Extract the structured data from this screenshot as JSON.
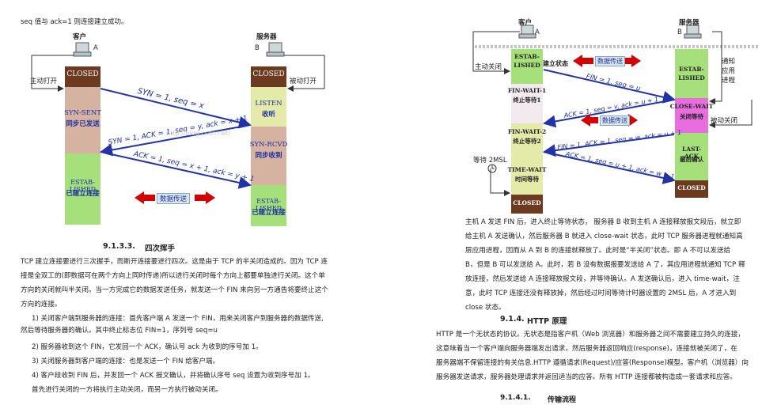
{
  "left": {
    "top_note": "seq 值与 ack=1 则连接建立成功。",
    "client_label": "客户",
    "server_label": "服务器",
    "host_a": "A",
    "host_b": "B",
    "active_open": "主动打开",
    "passive_open": "被动打开",
    "closed_a": "CLOSED",
    "closed_b": "CLOSED",
    "syn_sent": "SYN-SENT",
    "syn_sent_cn": "同步已发送",
    "listen": "LISTEN",
    "listen_cn": "收听",
    "syn_rcvd": "SYN-RCVD",
    "syn_rcvd_cn": "同步收到",
    "estab_a": "ESTAB-LISHED",
    "estab_a_cn": "已建立连接",
    "estab_b": "ESTAB-LISHED",
    "estab_b_cn": "已建立连接",
    "msg1": "SYN = 1, seq = x",
    "msg2": "SYN = 1, ACK = 1, seq = y, ack = x + 1",
    "msg3": "ACK = 1, seq = x + 1, ack = y + 1",
    "data_transfer": "数据传送",
    "watermark": "http://blog.csdn.net/",
    "section_num": "9.1.3.3.",
    "section_title": "四次挥手",
    "p1": "TCP 建立连接要进行三次握手，而断开连接要进行四次。这是由于 TCP 的半关闭造成的。因为 TCP 连",
    "p2": "接是全双工的(即数据可在两个方向上同时传递)所以进行关闭时每个方向上都要单独进行关闭。这个单",
    "p3": "方向的关闭就叫半关闭。当一方完成它的数据发送任务，就发送一个 FIN 来向另一方通告将要终止这个",
    "p4": "方向的连接。",
    "l1a": "1)   关闭客户端到服务器的连接：首先客户端 A 发送一个 FIN，用来关闭客户到服务器的数据传送,",
    "l1b": "然后等待服务器的确认。其中终止标志位 FIN=1，序列号 seq=u",
    "l2": "2)   服务器收到这个 FIN，它发回一个 ACK，确认号 ack 为收到的序号加 1。",
    "l3": "3)   关闭服务器到客户端的连接：也是发送一个 FIN 给客户端。",
    "l4": "4)   客户段收到 FIN 后，并发回一个 ACK 报文确认，并将确认序号 seq 设置为收到序号加 1。",
    "l5": "首先进行关闭的一方将执行主动关闭，而另一方执行被动关闭。"
  },
  "right": {
    "client_label": "客户",
    "server_label": "服务器",
    "host_a": "A",
    "host_b": "B",
    "active_close": "主动关闭",
    "passive_close": "被动关闭",
    "notify_app": "通知\n应用\n进程",
    "estab_a": "ESTAB-\nLISHED",
    "estab_a_side": "建立状态",
    "estab_b": "ESTAB-\nLISHED",
    "fin_wait1": "FIN-WAIT-1",
    "fin_wait1_cn": "终止等待1",
    "fin_wait2": "FIN-WAIT-2",
    "fin_wait2_cn": "终止等待2",
    "time_wait": "TIME-WAIT",
    "time_wait_cn": "时间等待",
    "closed_a": "CLOSED",
    "close_wait": "CLOSE-WAIT",
    "close_wait_cn": "关闭等待",
    "last_ack": "LAST-ACK",
    "last_ack_cn": "最后确认",
    "closed_b": "CLOSED",
    "wait_2msl": "等待 2MSL",
    "data_transfer": "数据传送",
    "data_transfer2": "数据传送",
    "msg1": "FIN = 1, seq = u",
    "msg2": "ACK = 1, seq = v, ack = u + 1",
    "msg3": "FIN = 1, ACK = 1, seq = w, ack = u + 1",
    "msg4": "ACK = 1, seq = u + 1, ack = w + 1",
    "p1": "主机 A 发送 FIN 后，进入终止等待状态， 服务器 B 收到主机 A 连接释放报文段后，就立即",
    "p2": "给主机 A 发送确认，然后服务器 B 就进入 close-wait 状态，此时 TCP 服务器进程就通知高",
    "p3": "层应用进程，因而从 A 到 B 的连接就释放了。此时是“半关闭”状态。即 A 不可以发送给",
    "p4": "B，但是 B 可以发送给 A。此时，若 B 没有数据报要发送给 A 了，其应用进程就通知 TCP 释",
    "p5": "放连接，然后发送给 A 连接释放报文段，并等待确认。A 发送确认后，进入 time-wait，注",
    "p6": "意，此时 TCP 连接还没有释放掉，然后经过时间等待计时器设置的 2MSL 后，A 才进入到",
    "p7": "close 状态。",
    "section_num": "9.1.4.",
    "section_title": "HTTP 原理",
    "h1": "HTTP 是一个无状态的协议。无状态是指客户机（Web 浏览器）和服务器之间不需要建立持久的连接，",
    "h2": "这意味着当一个客户端向服务器端发出请求，然后服务器返回响应(response)，连接就被关闭了，在",
    "h3": "服务器端不保留连接的有关信息.HTTP 遵循请求(Request)/应答(Response)模型。客户机（浏览器）向",
    "h4": "服务器发送请求，服务器处理请求并返回适当的应答。所有 HTTP 连接都被构造成一套请求和应答。",
    "sub_num": "9.1.4.1.",
    "sub_title": "传输流程"
  }
}
